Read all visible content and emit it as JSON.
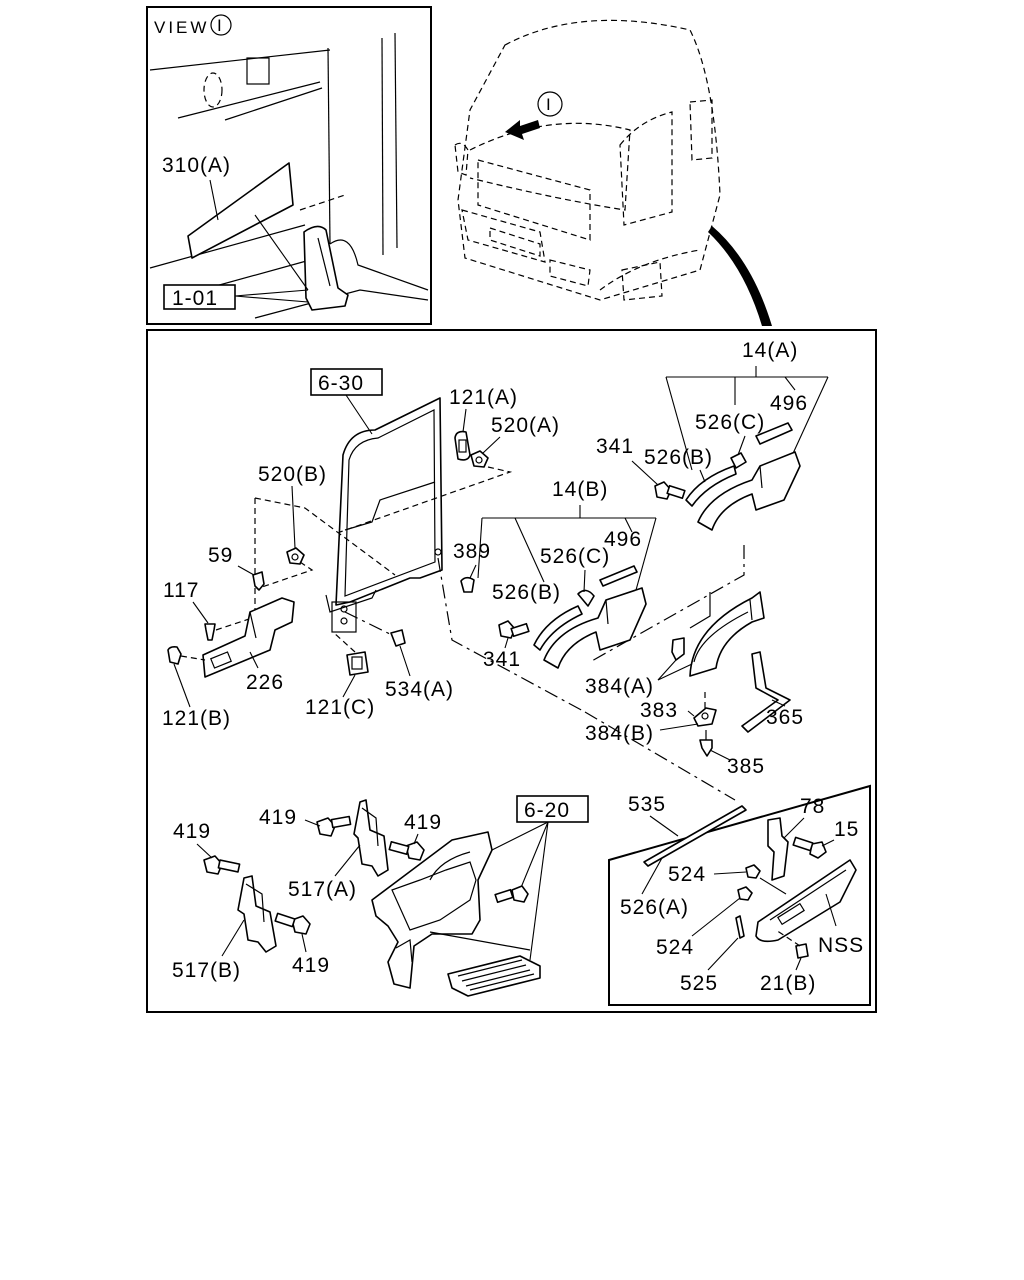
{
  "view": {
    "title": "VIEW",
    "marker": "I"
  },
  "cab_marker": "I",
  "refs": {
    "r101": "1-01",
    "r630": "6-30",
    "r620": "6-20"
  },
  "labels": {
    "l310a": "310(A)",
    "l14a": "14(A)",
    "l496a": "496",
    "l526ca": "526(C)",
    "l526ba": "526(B)",
    "l341a": "341",
    "l121a": "121(A)",
    "l520a": "520(A)",
    "l520b": "520(B)",
    "l14b": "14(B)",
    "l496b": "496",
    "l526cb": "526(C)",
    "l526bb": "526(B)",
    "l389": "389",
    "l59": "59",
    "l117": "117",
    "l226": "226",
    "l121b": "121(B)",
    "l121c": "121(C)",
    "l534a": "534(A)",
    "l341b": "341",
    "l384a": "384(A)",
    "l383": "383",
    "l384b": "384(B)",
    "l365": "365",
    "l385": "385",
    "l419a": "419",
    "l419b": "419",
    "l419c": "419",
    "l419d": "419",
    "l517a": "517(A)",
    "l517b": "517(B)",
    "l535": "535",
    "l78": "78",
    "l15": "15",
    "l524a": "524",
    "l524b": "524",
    "l526a": "526(A)",
    "l525": "525",
    "l21b": "21(B)",
    "lnss": "NSS"
  }
}
